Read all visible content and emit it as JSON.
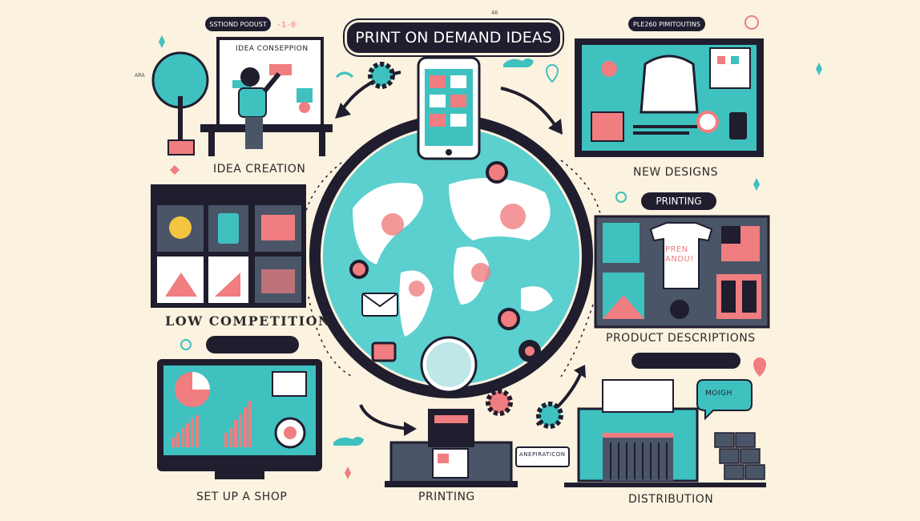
{
  "title": "PRINT ON DEMAND IDEAS",
  "page_number": "46",
  "tags": {
    "top_left": "SSTIOND PODUST",
    "top_left_suffix": "·1-0",
    "top_right": "PLE260 PIMITOUTINS",
    "printing_right": "PRINTING",
    "product_hidden": "",
    "low_hidden": ""
  },
  "panels": {
    "idea_creation": {
      "label": "IDEA CREATION",
      "board_text": "IDEA CONSEPPION"
    },
    "new_designs": {
      "label": "NEW DESIGNS"
    },
    "low_competition": {
      "label": "LOW COMPETITION"
    },
    "product_descriptions": {
      "label": "PRODUCT DESCRIPTIONS",
      "shirt_text": "PREN\nANDU!"
    },
    "set_up_a_shop": {
      "label": "SET UP A SHOP"
    },
    "printing": {
      "label": "PRINTING",
      "sign_text": "ANEPIRATICON"
    },
    "distribution": {
      "label": "DISTRIBUTION",
      "bubble": "MOIGH"
    }
  },
  "side_text": {
    "left": "ARA"
  },
  "colors": {
    "teal": "#3fc1c0",
    "coral": "#f07d7f",
    "navy": "#1f1d2e",
    "cream": "#fbf2df",
    "slate": "#4a5568"
  }
}
